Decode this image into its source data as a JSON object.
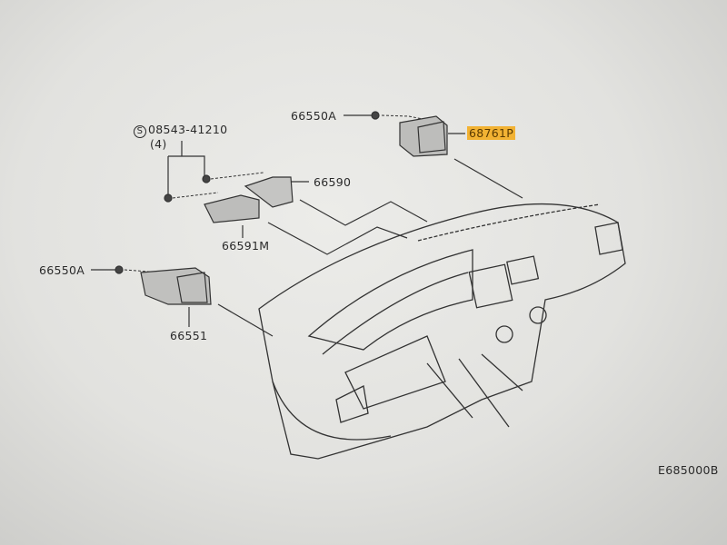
{
  "diagram": {
    "labels": {
      "screw_prefix": "S",
      "screw_part": "08543-41210",
      "screw_qty": "(4)",
      "bolt_top": "66550A",
      "vent_center": "68761P",
      "vent_side_upper": "66590",
      "vent_side_lower": "66591M",
      "bolt_left": "66550A",
      "vent_left": "66551",
      "diagram_code": "E685000B"
    },
    "highlight_color": "#f2b233"
  }
}
